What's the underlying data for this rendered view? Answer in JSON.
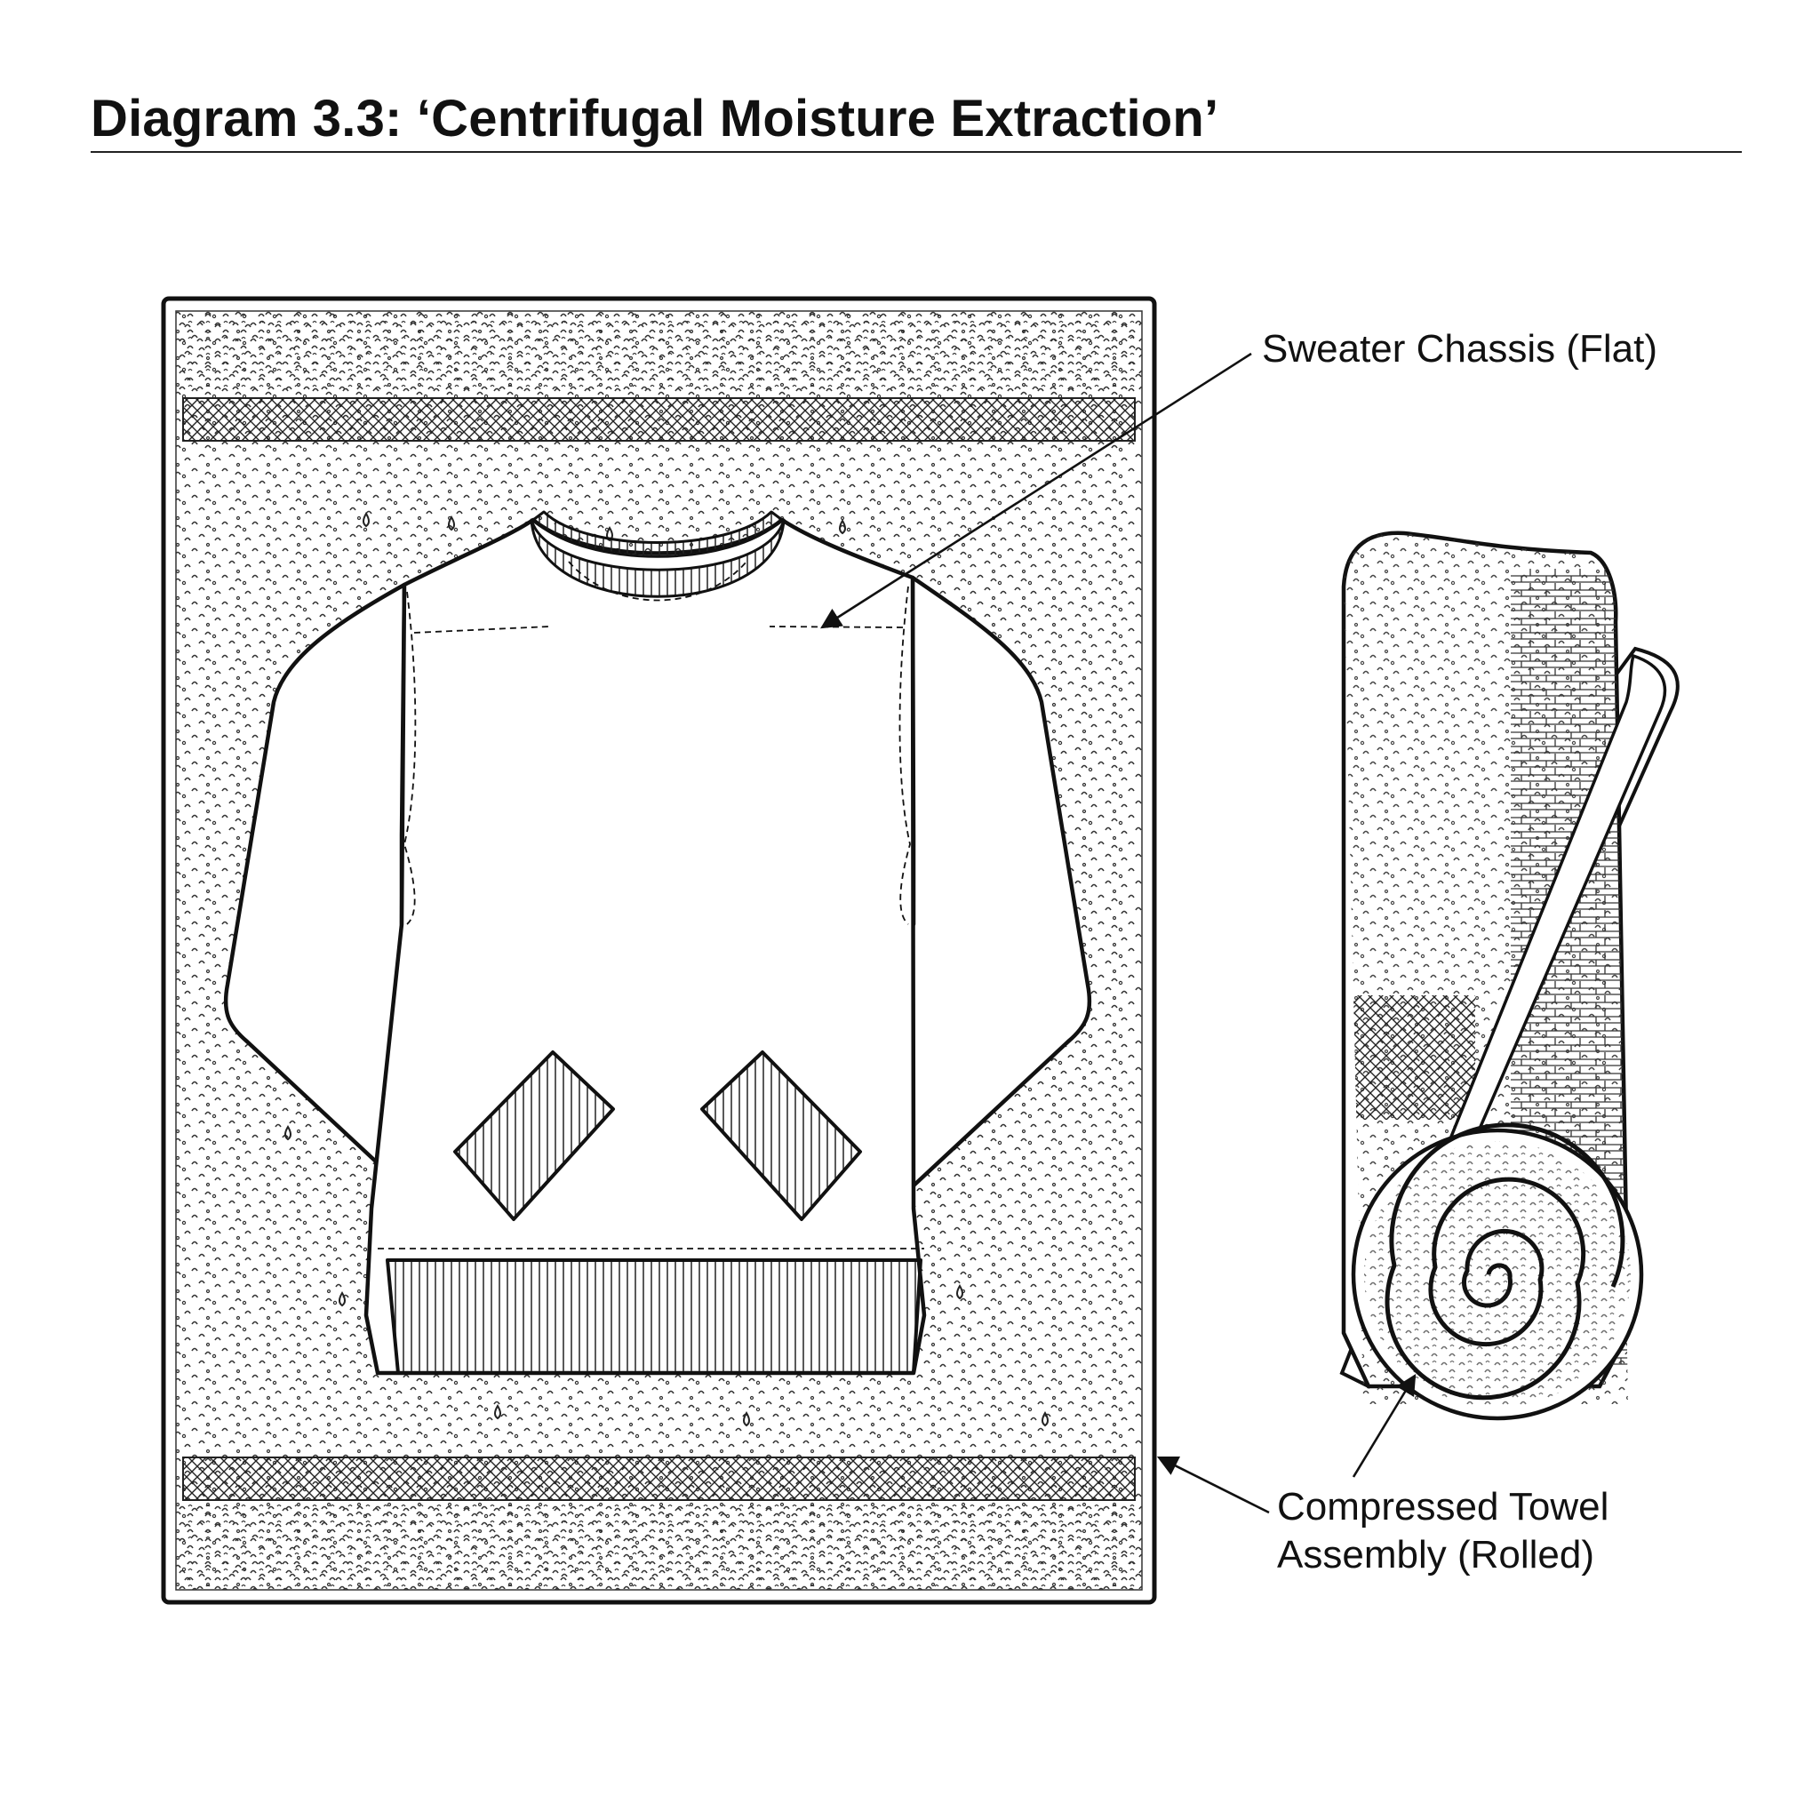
{
  "title": "Diagram 3.3: ‘Centrifugal Moisture Extraction’",
  "labels": {
    "sweater": "Sweater Chassis (Flat)",
    "towel_line1": "Compressed Towel",
    "towel_line2": "Assembly (Rolled)"
  },
  "colors": {
    "ink": "#111111",
    "paper": "#ffffff"
  }
}
